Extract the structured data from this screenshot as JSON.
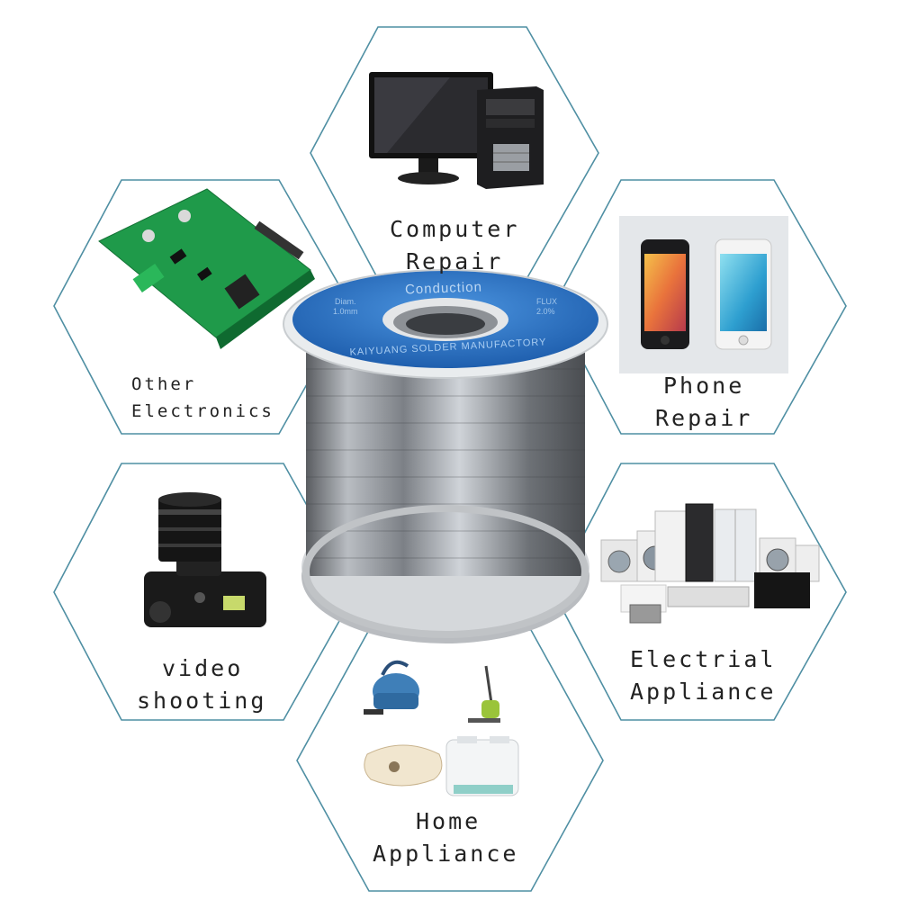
{
  "categories": [
    {
      "id": "computer",
      "line1": "Computer",
      "line2": "Repair",
      "icon": "desktop-computer-icon"
    },
    {
      "id": "phone",
      "line1": "Phone",
      "line2": "Repair",
      "icon": "smartphone-icon"
    },
    {
      "id": "electrical",
      "line1": "Electrial",
      "line2": "Appliance",
      "icon": "appliances-icon"
    },
    {
      "id": "home",
      "line1": "Home",
      "line2": "Appliance",
      "icon": "vacuum-toaster-icon"
    },
    {
      "id": "video",
      "line1": "video",
      "line2": "shooting",
      "icon": "camera-icon"
    },
    {
      "id": "other",
      "line1": "Other",
      "line2": "Electronics",
      "icon": "circuit-board-icon"
    }
  ],
  "spool": {
    "brand": "Conduction",
    "rim_text": "KAIYUANG SOLDER MANUFACTORY",
    "diameter_label": "Diam.",
    "diameter_value": "1.0mm",
    "flux_label": "FLUX",
    "flux_value": "2.0%",
    "rim_color": "#2f78c9"
  },
  "colors": {
    "hexagon_stroke": "#4f8fa3",
    "text": "#222222"
  }
}
